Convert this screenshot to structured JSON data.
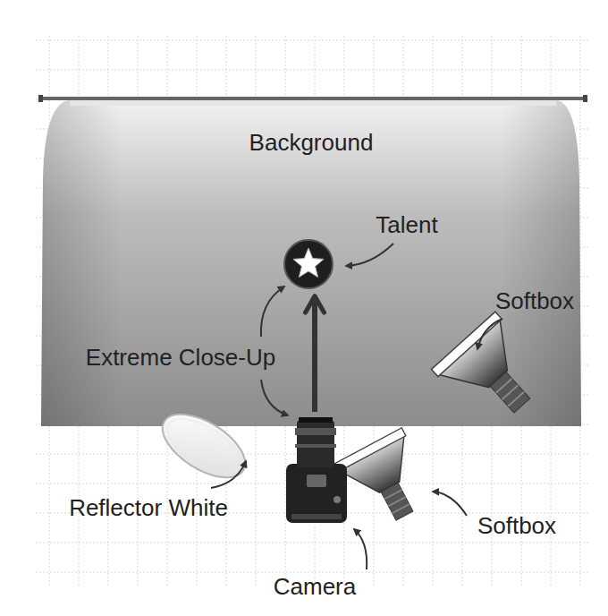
{
  "diagram": {
    "nodes": [
      {
        "text": [
          "Background"
        ]
      }
    ],
    "labels": [
      "Talent",
      "Softbox",
      "Extreme Close-Up",
      "Softbox",
      "Reflector White",
      "Camera"
    ]
  }
}
